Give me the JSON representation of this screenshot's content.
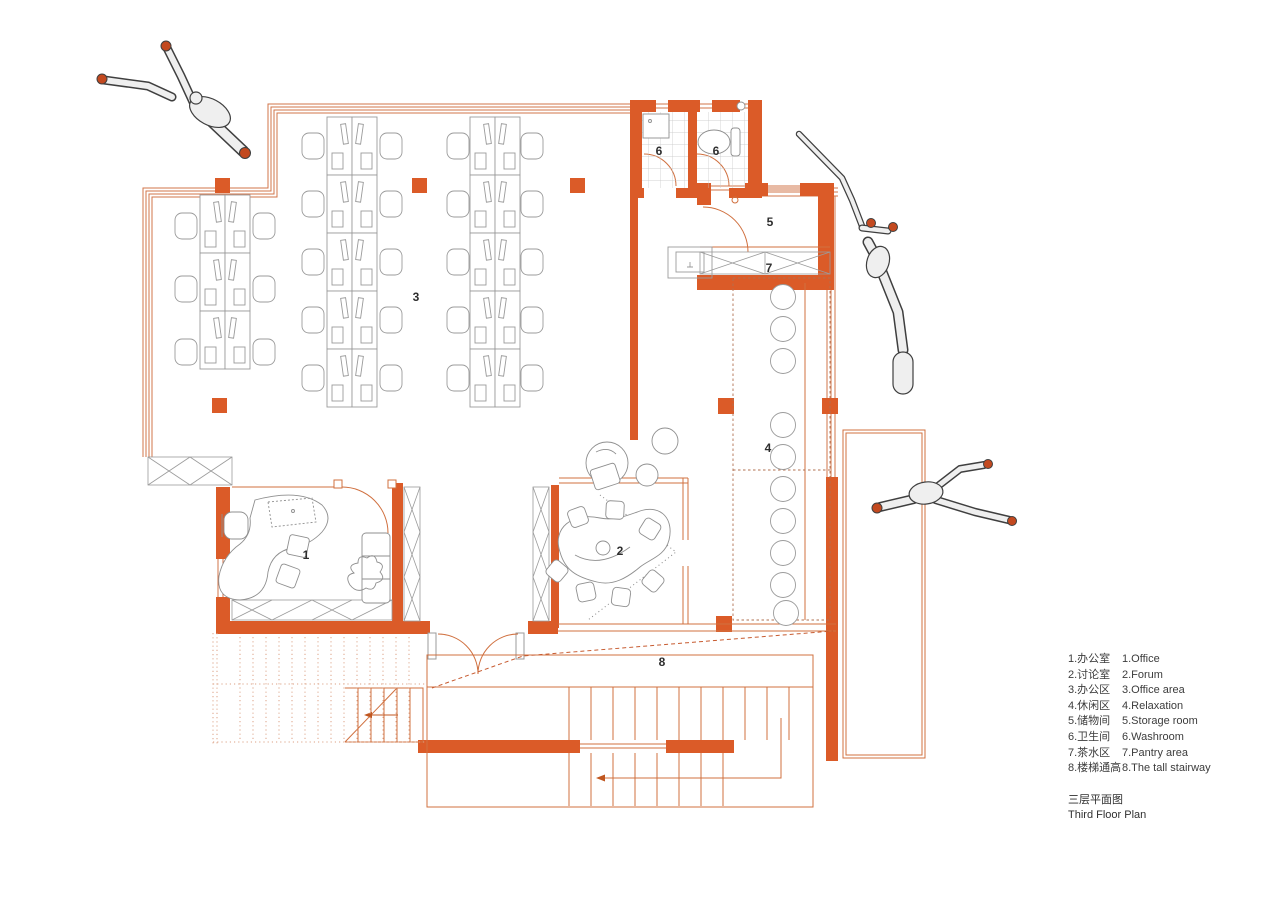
{
  "title": {
    "zh": "三层平面图",
    "en": "Third Floor Plan"
  },
  "legend": {
    "items": [
      {
        "zh": "1.办公室",
        "en": "1.Office"
      },
      {
        "zh": "2.讨论室",
        "en": "2.Forum"
      },
      {
        "zh": "3.办公区",
        "en": "3.Office area"
      },
      {
        "zh": "4.休闲区",
        "en": "4.Relaxation"
      },
      {
        "zh": "5.储物间",
        "en": "5.Storage room"
      },
      {
        "zh": "6.卫生间",
        "en": "6.Washroom"
      },
      {
        "zh": "7.茶水区",
        "en": "7.Pantry area"
      },
      {
        "zh": "8.楼梯通高",
        "en": "8.The tall stairway"
      }
    ]
  },
  "room_labels": {
    "office": "1",
    "forum": "2",
    "office_area": "3",
    "relaxation": "4",
    "storage": "5",
    "washroom": "6",
    "pantry": "7",
    "stairway": "8"
  },
  "colors": {
    "wall_orange": "#DB5B28",
    "glazing_orange": "#D2744A",
    "thin_outline": "#D0703F",
    "furniture_gray": "#9B9B9B",
    "tile_gray": "#C0C0C0",
    "dash_brown": "#B07050",
    "figure_tip": "#C3491F",
    "text_dark": "#3C3C3C"
  }
}
